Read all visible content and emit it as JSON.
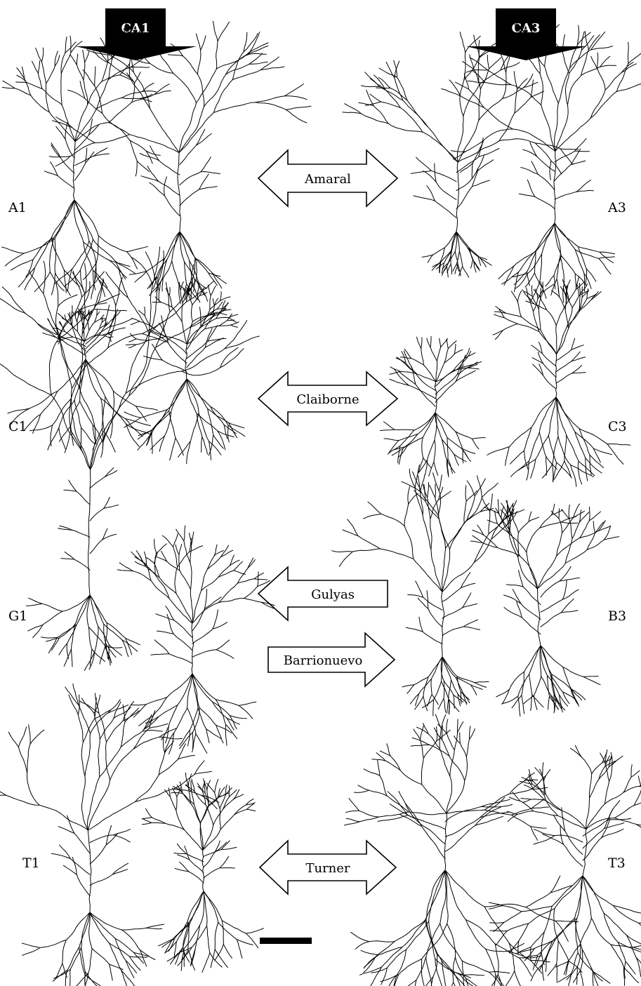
{
  "headers": {
    "left": "CA1",
    "right": "CA3"
  },
  "labels": {
    "a1": "A1",
    "a3": "A3",
    "c1": "C1",
    "c3": "C3",
    "g1": "G1",
    "b3": "B3",
    "t1": "T1",
    "t3": "T3"
  },
  "arrows": {
    "amaral": "Amaral",
    "claiborne": "Claiborne",
    "gulyas": "Gulyas",
    "barrionuevo": "Barrionuevo",
    "turner": "Turner"
  }
}
